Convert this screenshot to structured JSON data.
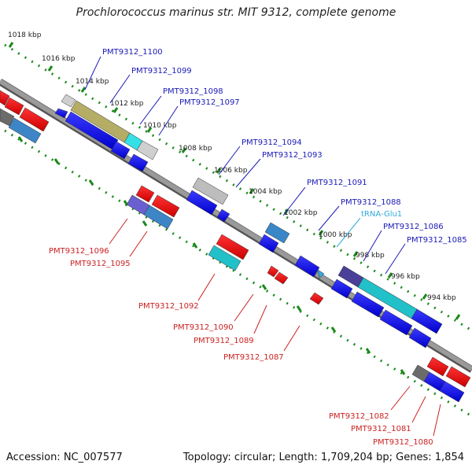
{
  "title": "Prochlorococcus marinus str. MIT 9312, complete genome",
  "footer": {
    "accession": "Accession: NC_007577",
    "summary": "Topology: circular; Length: 1,709,204 bp; Genes: 1,854"
  },
  "colors": {
    "backbone": "#888888",
    "tick": "#1a8a1a",
    "forward_label": "#1a1ab8",
    "reverse_label": "#cc2222",
    "trna_label": "#33aadd"
  },
  "ticks": [
    {
      "label": "1018 kbp",
      "kbp": 1018
    },
    {
      "label": "1016 kbp",
      "kbp": 1016
    },
    {
      "label": "1014 kbp",
      "kbp": 1014
    },
    {
      "label": "1012 kbp",
      "kbp": 1012
    },
    {
      "label": "1010 kbp",
      "kbp": 1010
    },
    {
      "label": "1008 kbp",
      "kbp": 1008
    },
    {
      "label": "1006 kbp",
      "kbp": 1006
    },
    {
      "label": "1004 kbp",
      "kbp": 1004
    },
    {
      "label": "1002 kbp",
      "kbp": 1002
    },
    {
      "label": "1000 kbp",
      "kbp": 1000
    },
    {
      "label": "998 kbp",
      "kbp": 998
    },
    {
      "label": "996 kbp",
      "kbp": 996
    },
    {
      "label": "994 kbp",
      "kbp": 994
    }
  ],
  "forward_labels": [
    "PMT9312_1100",
    "PMT9312_1099",
    "PMT9312_1098",
    "PMT9312_1097",
    "PMT9312_1094",
    "PMT9312_1093",
    "PMT9312_1091",
    "PMT9312_1088",
    "PMT9312_1086",
    "PMT9312_1085"
  ],
  "trna_label": "tRNA-Glu1",
  "reverse_labels": [
    "PMT9312_1096",
    "PMT9312_1095",
    "PMT9312_1092",
    "PMT9312_1090",
    "PMT9312_1089",
    "PMT9312_1087",
    "PMT9312_1082",
    "PMT9312_1081",
    "PMT9312_1080"
  ]
}
